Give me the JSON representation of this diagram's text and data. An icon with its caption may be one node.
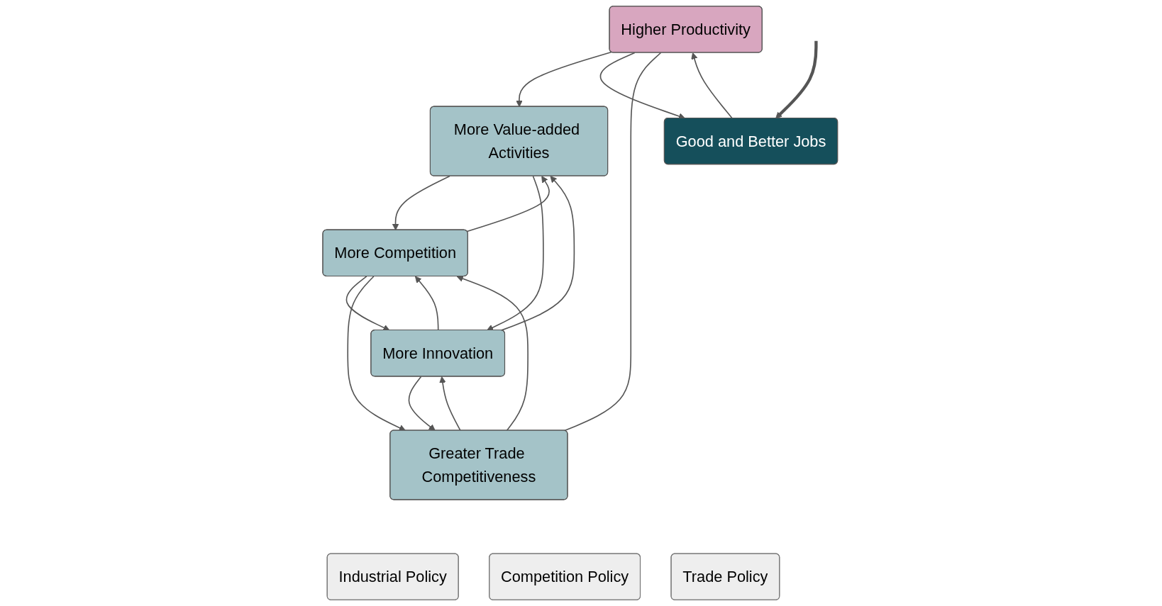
{
  "diagram": {
    "nodes": [
      {
        "text": [
          "Higher Productivity"
        ]
      },
      {
        "text": [
          "More Value-added Activities"
        ]
      },
      {
        "text": [
          "Industrial Policy"
        ]
      },
      {
        "text": [
          "Good and Better Jobs"
        ]
      },
      {
        "text": [
          "More Competition"
        ]
      },
      {
        "text": [
          "More Innovation"
        ]
      },
      {
        "text": [
          "Competition Policy"
        ]
      },
      {
        "text": [
          "Greater Trade Competitiveness"
        ]
      },
      {
        "text": [
          "Trade Policy"
        ]
      }
    ],
    "edges": [
      {
        "from": 0,
        "to": 1,
        "arrow": "to"
      },
      {
        "from": 3,
        "to": 0,
        "arrow": "to"
      },
      {
        "from": 0,
        "to": 3,
        "arrow": "to"
      },
      {
        "from": 1,
        "to": 4,
        "arrow": "to"
      },
      {
        "from": 4,
        "to": 1,
        "arrow": "to"
      },
      {
        "from": 5,
        "to": 1,
        "arrow": "to"
      },
      {
        "from": 1,
        "to": 5,
        "arrow": "to"
      },
      {
        "from": 5,
        "to": 4,
        "arrow": "to"
      },
      {
        "from": 4,
        "to": 5,
        "arrow": "to"
      },
      {
        "from": 4,
        "to": 7,
        "arrow": "to"
      },
      {
        "from": 7,
        "to": 4,
        "arrow": "to"
      },
      {
        "from": 5,
        "to": 7,
        "arrow": "to"
      },
      {
        "from": 7,
        "to": 5,
        "arrow": "to"
      },
      {
        "from": 0,
        "to": 7,
        "arrow": "none"
      },
      {
        "from": null,
        "to": 3,
        "arrow": "to",
        "style": "thick"
      }
    ]
  }
}
